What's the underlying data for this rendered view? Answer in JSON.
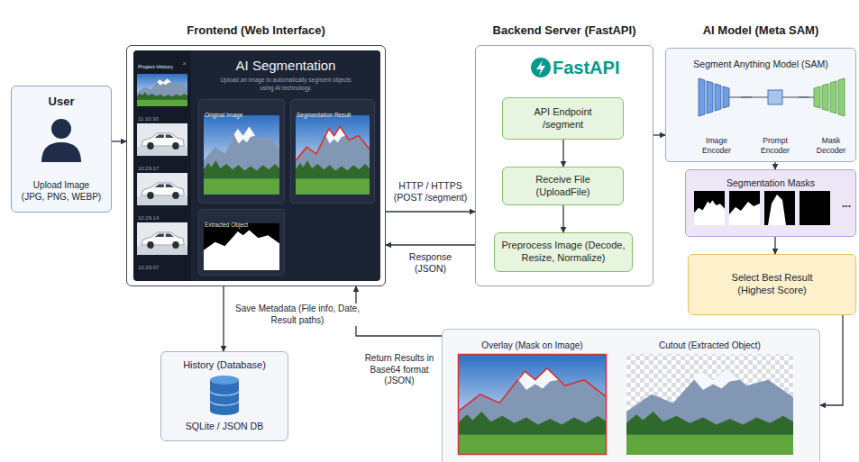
{
  "diagram": {
    "nodes": [
      {
        "text": [
          "User",
          "Upload Image (JPG, PNG, WEBP)"
        ]
      },
      {
        "text": [
          "Frontend (Web Interface)"
        ]
      },
      {
        "text": [
          "Project History",
          "×"
        ],
        "in": 1
      },
      {
        "text": [
          "11:10:30"
        ],
        "in": 2
      },
      {
        "text": [
          "10:29:17"
        ],
        "in": 2
      },
      {
        "text": [
          "10:29:14"
        ],
        "in": 2
      },
      {
        "text": [
          "10:29:07"
        ],
        "in": 2
      },
      {
        "text": [
          "AI Segmentation",
          "Upload an image to automatically segment objects using AI technology."
        ],
        "in": 1
      },
      {
        "text": [
          "Original Image"
        ],
        "in": 7
      },
      {
        "text": [
          "Segmentation Result"
        ],
        "in": 7
      },
      {
        "text": [
          "Extracted Object"
        ],
        "in": 7
      },
      {
        "text": [
          "Backend Server (FastAPI)",
          "FastAPI"
        ]
      },
      {
        "text": [
          "API Endpoint /segment"
        ],
        "in": 11
      },
      {
        "text": [
          "Receive File (UploadFile)"
        ],
        "in": 11
      },
      {
        "text": [
          "Preprocess Image (Decode, Resize, Normalize)"
        ],
        "in": 11
      },
      {
        "text": [
          "AI Model (Meta SAM)",
          "Segment Anything Model (SAM)"
        ]
      },
      {
        "text": [
          "Image Encoder"
        ],
        "in": 15
      },
      {
        "text": [
          "Prompt Encoder"
        ],
        "in": 15
      },
      {
        "text": [
          "Mask Decoder"
        ],
        "in": 15
      },
      {
        "text": [
          "Segmentation Masks",
          "..."
        ]
      },
      {
        "text": [
          "Select Best Result (Highest Score)"
        ]
      },
      {
        "text": []
      },
      {
        "text": [
          "Overlay (Mask on Image)"
        ],
        "in": 21
      },
      {
        "text": [
          "Cutout (Extracted Object)"
        ],
        "in": 21
      },
      {
        "text": [
          "History (Database)",
          "SQLite / JSON DB"
        ]
      }
    ],
    "edges": [
      {
        "from": 0,
        "to": 1,
        "arrow": "to"
      },
      {
        "from": 1,
        "to": 11,
        "label": "HTTP / HTTPS (POST /segment)",
        "arrow": "to"
      },
      {
        "from": 11,
        "to": 1,
        "label": "Response (JSON)",
        "arrow": "to"
      },
      {
        "from": 11,
        "to": 15,
        "arrow": "to"
      },
      {
        "from": 12,
        "to": 13,
        "arrow": "to"
      },
      {
        "from": 13,
        "to": 14,
        "arrow": "to"
      },
      {
        "from": 16,
        "to": 17,
        "arrow": "none"
      },
      {
        "from": 17,
        "to": 18,
        "arrow": "none"
      },
      {
        "from": 15,
        "to": 19,
        "arrow": "to"
      },
      {
        "from": 19,
        "to": 20,
        "arrow": "to"
      },
      {
        "from": 20,
        "to": 21,
        "arrow": "to"
      },
      {
        "from": 1,
        "to": 24,
        "label": "Save Metadata (File info, Date, Result paths)",
        "arrow": "to"
      },
      {
        "from": 21,
        "to": 1,
        "label": "Return Results in Base64 format (JSON)",
        "arrow": "to"
      }
    ]
  }
}
